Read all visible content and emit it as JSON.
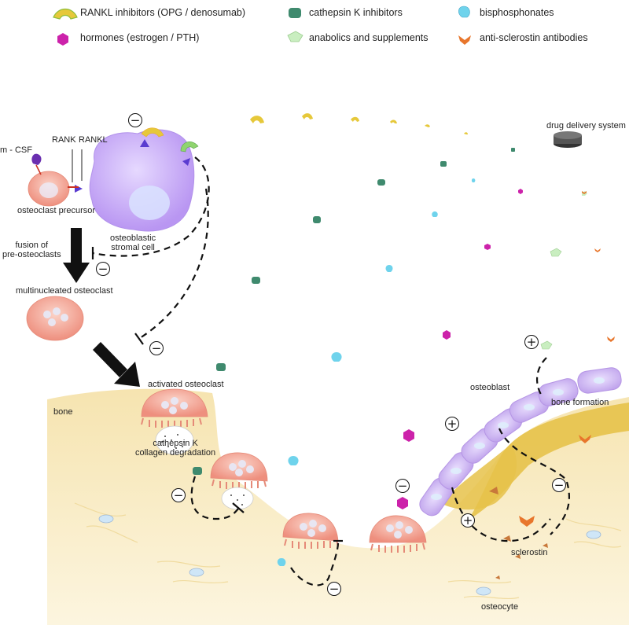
{
  "legend": {
    "rankl": "RANKL inhibitors (OPG / denosumab)",
    "hormones": "hormones  (estrogen / PTH)",
    "cathepsin": "cathepsin K inhibitors",
    "anabolics": "anabolics and supplements",
    "bisphosphonates": "bisphosphonates",
    "sclerostin_ab": "anti-sclerostin antibodies"
  },
  "labels": {
    "mcsf": "m - CSF",
    "rank": "RANK",
    "rankl": "RANKL",
    "precursor": "osteoclast precursor",
    "stromal": "osteoblastic\nstromal cell",
    "fusion": "fusion of\npre-osteoclasts",
    "multinucleated": "multinucleated osteoclast",
    "drug_delivery": "drug delivery system",
    "activated": "activated  osteoclast",
    "bone": "bone",
    "cathepsin_k": "cathepsin K\ncollagen degradation",
    "osteoblast": "osteoblast",
    "bone_formation": "bone formation",
    "sclerostin": "sclerostin",
    "osteocyte": "osteocyte"
  },
  "signs": {
    "minus": "−",
    "plus": "+"
  },
  "colors": {
    "rankl_inhibitor": "#e6c83a",
    "hormone": "#cc22aa",
    "cathepsin_inhibitor": "#3f8a6e",
    "anabolic": "#c9eec0",
    "bisphosphonate": "#6fd3ec",
    "anti_sclerostin": "#e8762c",
    "osteoclast": "#f2a497",
    "stromal_cell": "#c9b0f5",
    "osteoblast": "#cdb3ef",
    "bone": "#f8edc8",
    "bone_formation": "#e3bf3c",
    "receptor": "#5a3bd0"
  }
}
